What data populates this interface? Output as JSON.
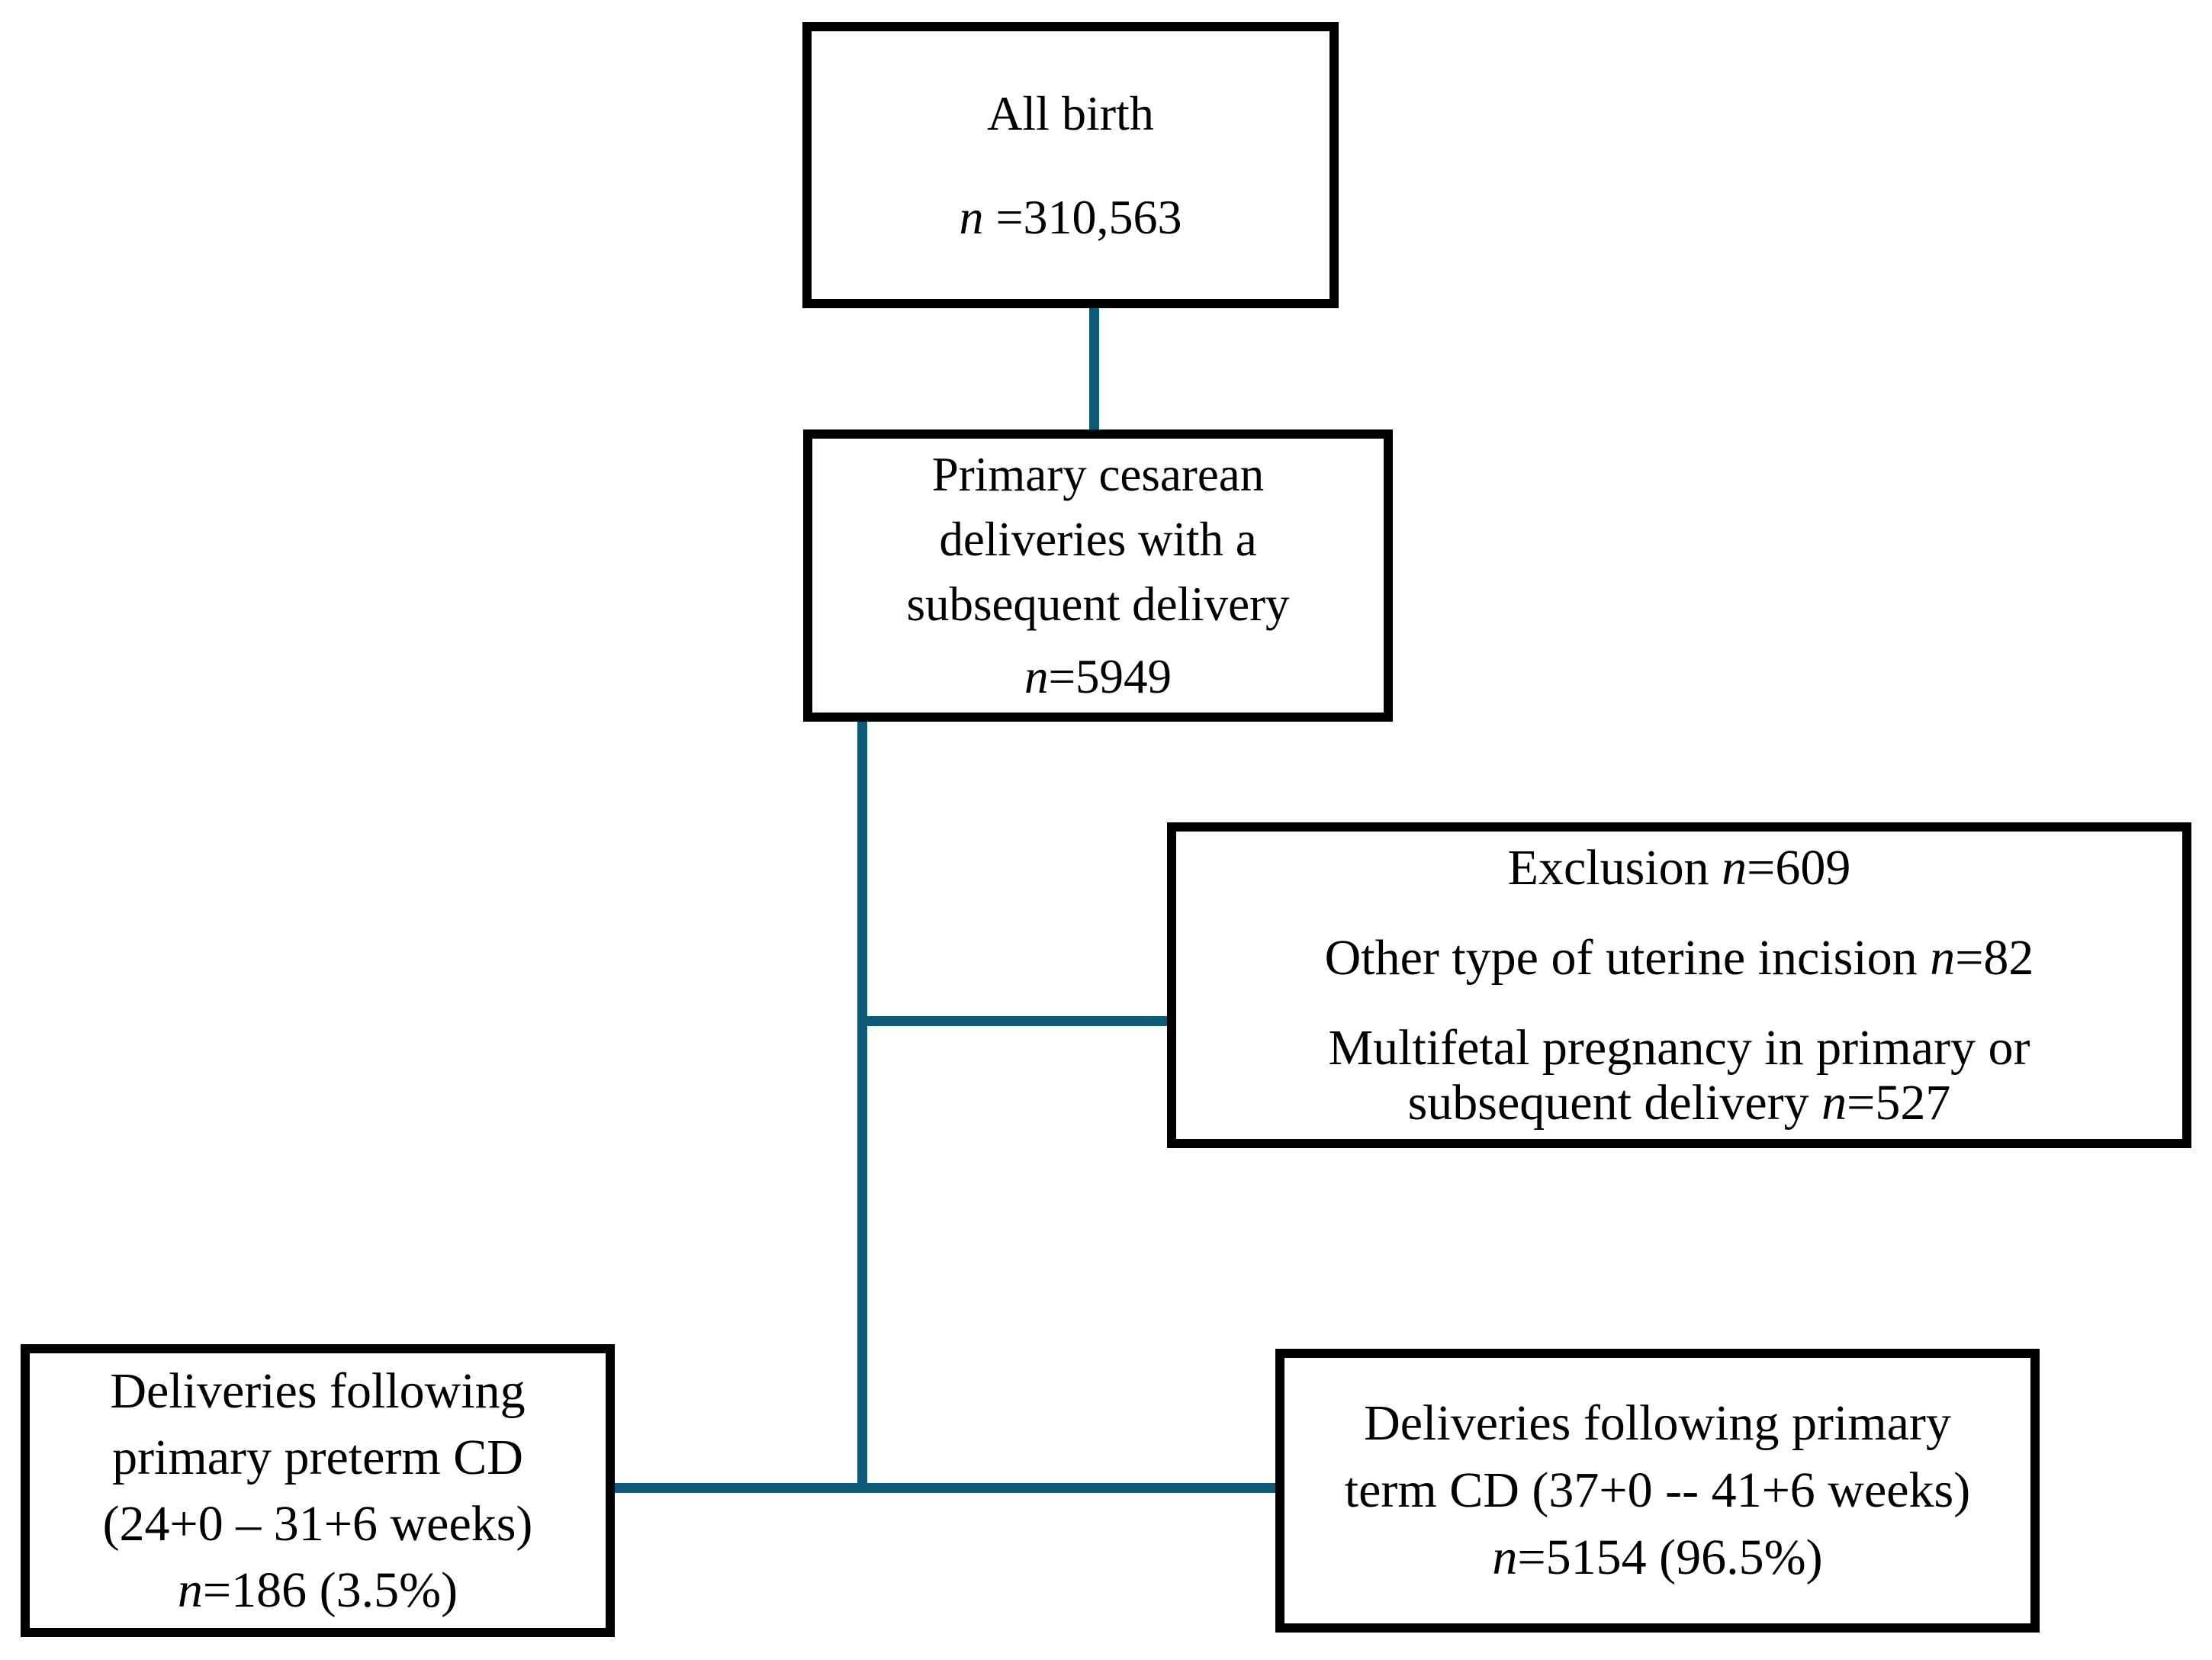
{
  "colors": {
    "connector": "#0f5978",
    "box_border": "#000000",
    "text": "#000000",
    "background": "#ffffff"
  },
  "boxes": {
    "all_birth": {
      "lines": [
        [
          {
            "text": "All birth",
            "italic": false
          }
        ],
        [
          {
            "text": "n",
            "italic": true
          },
          {
            "text": " =310,563",
            "italic": false
          }
        ]
      ]
    },
    "primary_cesarean": {
      "lines": [
        [
          {
            "text": "Primary cesarean",
            "italic": false
          }
        ],
        [
          {
            "text": "deliveries with a",
            "italic": false
          }
        ],
        [
          {
            "text": "subsequent delivery",
            "italic": false
          }
        ],
        [
          {
            "text": "n",
            "italic": true
          },
          {
            "text": "=5949",
            "italic": false
          }
        ]
      ]
    },
    "exclusion": {
      "lines": [
        [
          {
            "text": "Exclusion ",
            "italic": false
          },
          {
            "text": "n",
            "italic": true
          },
          {
            "text": "=609",
            "italic": false
          }
        ],
        [
          {
            "text": "Other type of uterine incision ",
            "italic": false
          },
          {
            "text": "n",
            "italic": true
          },
          {
            "text": "=82",
            "italic": false
          }
        ],
        [
          {
            "text": "Multifetal pregnancy in primary or",
            "italic": false
          }
        ],
        [
          {
            "text": "subsequent delivery ",
            "italic": false
          },
          {
            "text": "n",
            "italic": true
          },
          {
            "text": "=527",
            "italic": false
          }
        ]
      ]
    },
    "preterm": {
      "lines": [
        [
          {
            "text": "Deliveries following",
            "italic": false
          }
        ],
        [
          {
            "text": "primary preterm CD",
            "italic": false
          }
        ],
        [
          {
            "text": "(24+0 – 31+6 weeks)",
            "italic": false
          }
        ],
        [
          {
            "text": "n",
            "italic": true
          },
          {
            "text": "=186 (3.5%)",
            "italic": false
          }
        ]
      ]
    },
    "term": {
      "lines": [
        [
          {
            "text": "Deliveries following primary",
            "italic": false
          }
        ],
        [
          {
            "text": "term CD (37+0 -- 41+6 weeks)",
            "italic": false
          }
        ],
        [
          {
            "text": "n",
            "italic": true
          },
          {
            "text": "=5154 (96.5%)",
            "italic": false
          }
        ]
      ]
    }
  }
}
